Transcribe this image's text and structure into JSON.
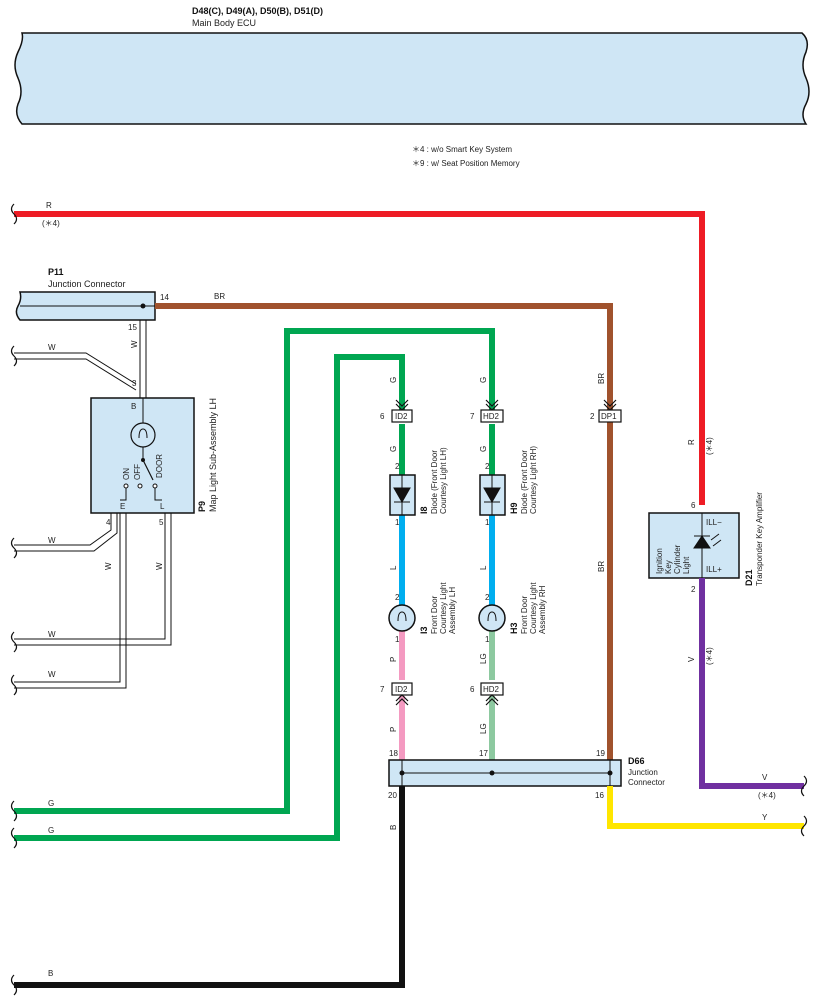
{
  "ecu": {
    "id": "D48(C), D49(A), D50(B), D51(D)",
    "name": "Main Body ECU"
  },
  "notes": [
    "＊4 : w/o Smart Key System",
    "＊9 : w/ Seat Position Memory"
  ],
  "p11": {
    "id": "P11",
    "name": "Junction Connector",
    "pin_out": "14",
    "pin_down": "15"
  },
  "p9": {
    "id": "P9",
    "name": "Map Light Sub-Assembly LH",
    "pin_top": "B",
    "pin_e": "E",
    "pin_l": "L",
    "pin_4": "4",
    "pin_5": "5",
    "pin_3": "3",
    "sw_on": "ON",
    "sw_off": "OFF",
    "sw_door": "DOOR"
  },
  "i8": {
    "id": "I8",
    "name1": "Diode (Front Door",
    "name2": "Courtesy Light LH)"
  },
  "h9": {
    "id": "H9",
    "name1": "Diode (Front Door",
    "name2": "Courtesy Light RH)"
  },
  "i3": {
    "id": "I3",
    "name1": "Front Door",
    "name2": "Courtesy Light",
    "name3": "Assembly LH"
  },
  "h3": {
    "id": "H3",
    "name1": "Front Door",
    "name2": "Courtesy Light",
    "name3": "Assembly RH"
  },
  "d21": {
    "id": "D21",
    "name": "Transponder Key Amplifier",
    "label1": "Ignition",
    "label2": "Key",
    "label3": "Cylinder",
    "label4": "Light",
    "ill_minus": "ILL−",
    "ill_plus": "ILL+",
    "pin6": "6",
    "pin2": "2"
  },
  "d66": {
    "id": "D66",
    "name1": "Junction",
    "name2": "Connector",
    "pin18": "18",
    "pin17": "17",
    "pin19": "19",
    "pin20": "20",
    "pin16": "16"
  },
  "connectors": {
    "id2_top": "ID2",
    "hd2_top": "HD2",
    "dp1": "DP1",
    "id2_bot": "ID2",
    "hd2_bot": "HD2",
    "pin6": "6",
    "pin7": "7",
    "pin2": "2",
    "pin7b": "7",
    "pin6b": "6"
  },
  "pins": {
    "p1": "1",
    "p2": "2"
  },
  "wires": {
    "R": "R",
    "note4": "(＊4)",
    "BR": "BR",
    "W": "W",
    "G": "G",
    "L": "L",
    "P": "P",
    "LG": "LG",
    "V": "V",
    "Y": "Y",
    "B": "B"
  },
  "colors": {
    "red": "#ee1c25",
    "brown": "#a0522d",
    "green": "#00a651",
    "blue": "#00aeef",
    "pink": "#f49ac1",
    "lgreen": "#8dc9a0",
    "purple": "#7030a0",
    "yellow": "#ffe600",
    "black": "#111111",
    "box": "#cfe6f5"
  }
}
